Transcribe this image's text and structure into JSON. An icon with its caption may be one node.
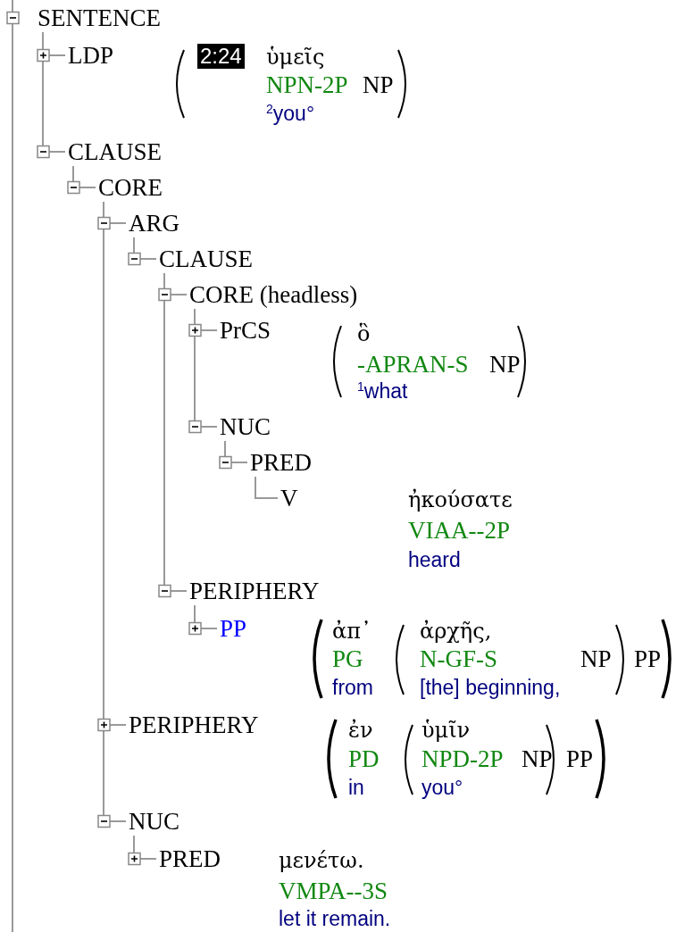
{
  "diagram": {
    "nodes": [
      {
        "text": [
          "SENTENCE"
        ]
      },
      {
        "text": [
          "LDP"
        ],
        "beside": [
          "2:24",
          "ὑμεῖς",
          "NPN-2P",
          "NP",
          "$^{2}$you°"
        ]
      },
      {
        "text": [
          "CLAUSE"
        ]
      },
      {
        "text": [
          "CORE"
        ]
      },
      {
        "text": [
          "ARG"
        ]
      },
      {
        "text": [
          "CLAUSE"
        ]
      },
      {
        "text": [
          "CORE (headless)"
        ]
      },
      {
        "text": [
          "PrCS"
        ],
        "beside": [
          "ὃ",
          "-APRAN-S",
          "NP",
          "$^{1}$what"
        ]
      },
      {
        "text": [
          "NUC"
        ]
      },
      {
        "text": [
          "PRED"
        ]
      },
      {
        "text": [
          "V"
        ],
        "beside": [
          "ἠκούσατε",
          "VIAA--2P",
          "heard"
        ]
      },
      {
        "text": [
          "PERIPHERY"
        ]
      },
      {
        "text": [
          "PP"
        ],
        "beside": [
          "ἀπ᾿",
          "ἀρχῆς,",
          "PG",
          "N-GF-S",
          "NP",
          "PP",
          "from",
          "[the] beginning,"
        ]
      },
      {
        "text": [
          "PERIPHERY"
        ],
        "beside": [
          "ἐν",
          "ὑμῖν",
          "PD",
          "NPD-2P",
          "NP",
          "PP",
          "in",
          "you°"
        ]
      },
      {
        "text": [
          "NUC"
        ]
      },
      {
        "text": [
          "PRED"
        ],
        "beside": [
          "μενέτω.",
          "VMPA--3S",
          "let it remain."
        ]
      }
    ],
    "edges": [
      {
        "from": 0,
        "to": 1,
        "arrow": "none"
      },
      {
        "from": 0,
        "to": 2,
        "arrow": "none"
      },
      {
        "from": 2,
        "to": 3,
        "arrow": "none"
      },
      {
        "from": 3,
        "to": 4,
        "arrow": "none"
      },
      {
        "from": 4,
        "to": 5,
        "arrow": "none"
      },
      {
        "from": 5,
        "to": 6,
        "arrow": "none"
      },
      {
        "from": 6,
        "to": 7,
        "arrow": "none"
      },
      {
        "from": 6,
        "to": 8,
        "arrow": "none"
      },
      {
        "from": 8,
        "to": 9,
        "arrow": "none"
      },
      {
        "from": 9,
        "to": 10,
        "arrow": "none"
      },
      {
        "from": 5,
        "to": 11,
        "arrow": "none"
      },
      {
        "from": 11,
        "to": 12,
        "arrow": "none"
      },
      {
        "from": 3,
        "to": 13,
        "arrow": "none"
      },
      {
        "from": 3,
        "to": 14,
        "arrow": "none"
      },
      {
        "from": 14,
        "to": 15,
        "arrow": "none"
      }
    ]
  }
}
